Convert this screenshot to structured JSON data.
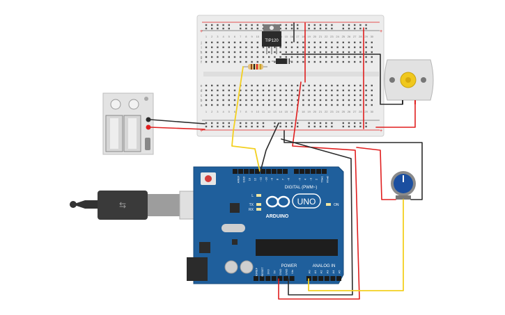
{
  "colors": {
    "arduino_blue": "#1f5f9c",
    "breadboard": "#ececec",
    "wire_red": "#e01e1e",
    "wire_black": "#2b2b2b",
    "wire_yellow": "#f3d020",
    "pot_knob": "#1b4fa0",
    "motor_body": "#e2e2e2",
    "motor_gear": "#f0c81e",
    "usb_black": "#333333"
  },
  "icons": [
    "arduino-infinity-logo",
    "usb-symbol-icon"
  ],
  "breadboard": {
    "power_plus": "+",
    "power_minus": "−",
    "row_letters_top": [
      "j",
      "i",
      "h",
      "g",
      "f"
    ],
    "row_letters_bottom": [
      "e",
      "d",
      "c",
      "b",
      "a"
    ],
    "column_numbers": [
      "1",
      "2",
      "3",
      "4",
      "5",
      "6",
      "7",
      "8",
      "9",
      "10",
      "11",
      "12",
      "13",
      "14",
      "15",
      "16",
      "17",
      "18",
      "19",
      "20",
      "21",
      "22",
      "23",
      "24",
      "25",
      "26",
      "27",
      "28",
      "29",
      "30"
    ]
  },
  "transistor": {
    "label": "TIP120"
  },
  "arduino": {
    "brand": "ARDUINO",
    "model": "UNO",
    "digital_header": "DIGITAL (PWM~)",
    "digital_pins": [
      "AREF",
      "GND",
      "13",
      "12",
      "~11",
      "~10",
      "~9",
      "8",
      "7",
      "~6",
      "~5",
      "4",
      "~3",
      "2",
      "TX▸1",
      "RX◂0"
    ],
    "on_label": "ON",
    "led_l": "L",
    "led_tx": "TX",
    "led_rx": "RX",
    "power_header": "POWER",
    "power_pins": [
      "IOREF",
      "RESET",
      "3V3",
      "5V",
      "GND",
      "GND",
      "Vin"
    ],
    "analog_header": "ANALOG IN",
    "analog_pins": [
      "A0",
      "A1",
      "A2",
      "A3",
      "A4",
      "A5"
    ]
  }
}
